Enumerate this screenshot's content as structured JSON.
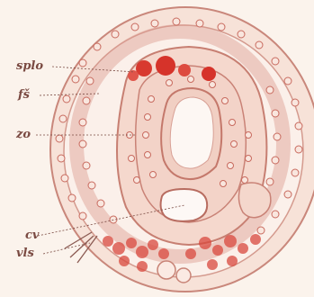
{
  "labels": {
    "splo": "splo",
    "fs": "fš",
    "zo": "zo",
    "cv": "cv",
    "vls": "vls"
  },
  "colors": {
    "background": "#fbf3ec",
    "tissue_fill": "#f6dcd2",
    "tissue_stroke": "#cf8a7e",
    "nucleus": "#c86a5e",
    "dense_red": "#d6332a",
    "label_text": "#7a4a42"
  }
}
